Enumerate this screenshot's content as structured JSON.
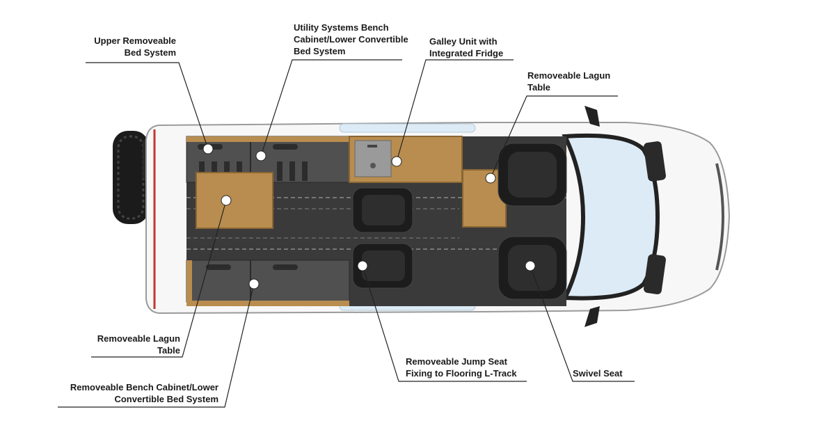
{
  "diagram": {
    "colors": {
      "body_white": "#f7f7f7",
      "floor_dark": "#3a3a3a",
      "panel_grey": "#505050",
      "wood": "#b98d4f",
      "wood_dark": "#8a6634",
      "seat_black": "#1c1c1c",
      "glass": "#dcebf5",
      "leader": "#222222"
    },
    "callouts": [
      {
        "id": "upper-bed",
        "lines": [
          "Upper Removeable",
          "Bed System"
        ]
      },
      {
        "id": "utility-bench",
        "lines": [
          "Utility Systems Bench",
          "Cabinet/Lower Convertible",
          "Bed System"
        ]
      },
      {
        "id": "galley",
        "lines": [
          "Galley Unit with",
          "Integrated Fridge"
        ]
      },
      {
        "id": "lagun-table-front",
        "lines": [
          "Removeable Lagun",
          "Table"
        ]
      },
      {
        "id": "lagun-table-rear",
        "lines": [
          "Removeable Lagun",
          "Table"
        ]
      },
      {
        "id": "bench-cabinet",
        "lines": [
          "Removeable Bench Cabinet/Lower",
          "Convertible Bed System"
        ]
      },
      {
        "id": "jump-seat",
        "lines": [
          "Removeable Jump Seat",
          "Fixing to Flooring L-Track"
        ]
      },
      {
        "id": "swivel-seat",
        "lines": [
          "Swivel Seat"
        ]
      }
    ]
  }
}
